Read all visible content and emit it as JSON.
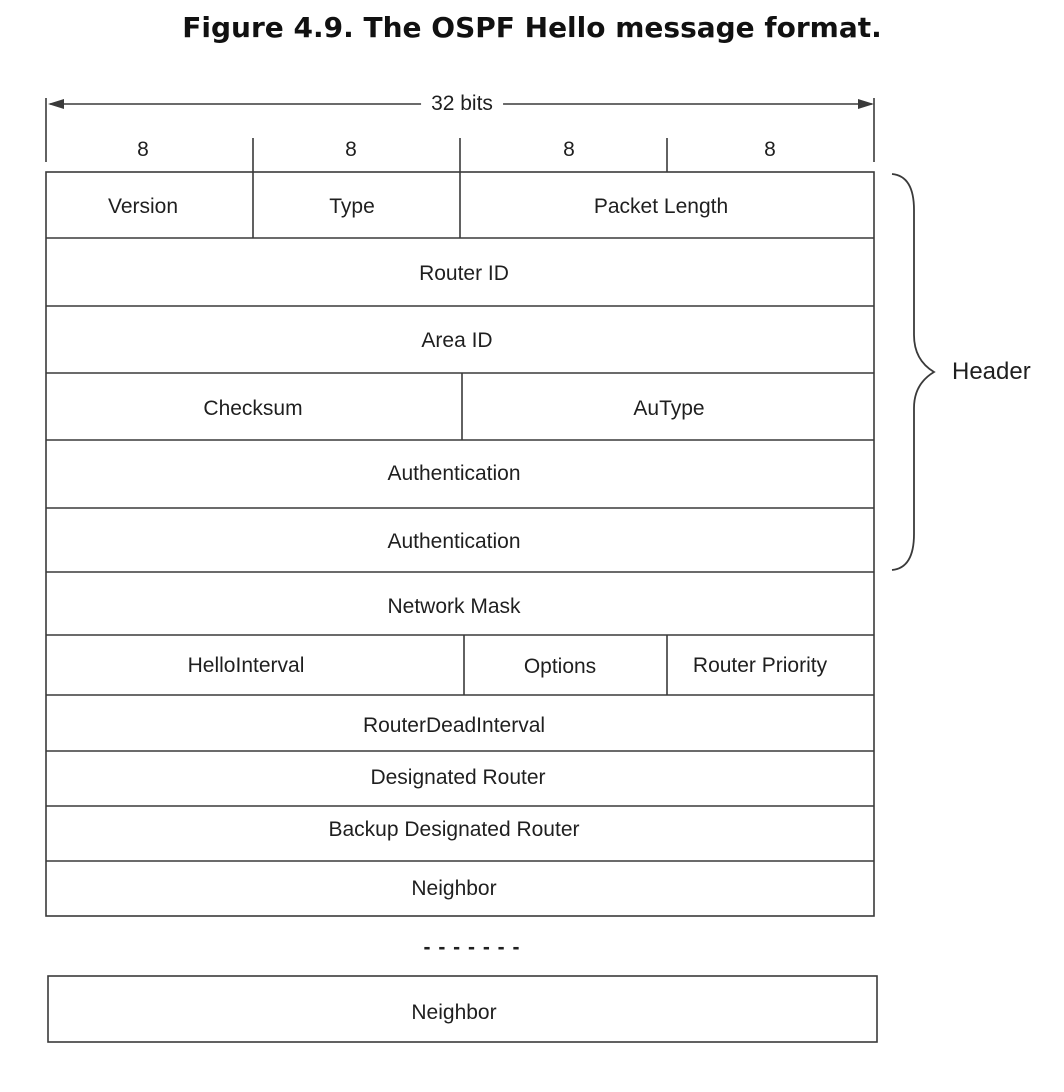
{
  "title": "Figure 4.9. The OSPF Hello message format.",
  "header_label": "Header",
  "total_width_label": "32 bits",
  "byte_labels": [
    "8",
    "8",
    "8",
    "8"
  ],
  "header_rows": [
    [
      "Version",
      "Type",
      "Packet Length"
    ],
    [
      "Router ID"
    ],
    [
      "Area ID"
    ],
    [
      "Checksum",
      "AuType"
    ],
    [
      "Authentication"
    ],
    [
      "Authentication"
    ]
  ],
  "body_rows": [
    [
      "Network Mask"
    ],
    [
      "HelloInterval",
      "Options",
      "Router Priority"
    ],
    [
      "RouterDeadInterval"
    ],
    [
      "Designated Router"
    ],
    [
      "Backup Designated Router"
    ],
    [
      "Neighbor"
    ]
  ],
  "continuation": "- - - - - - -",
  "last_row": [
    "Neighbor"
  ],
  "colors": {
    "line": "#3a3a3a",
    "text": "#1f1f1f",
    "background": "#ffffff"
  }
}
